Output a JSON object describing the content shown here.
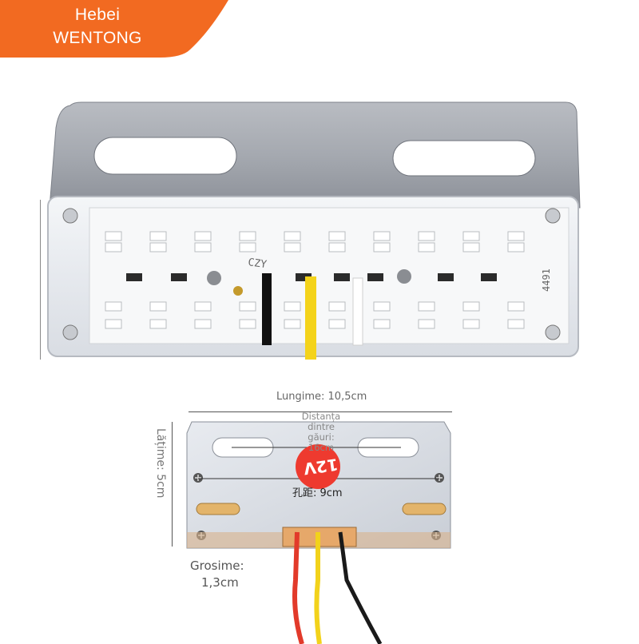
{
  "brand": {
    "line1": "Hebei",
    "line2": "WENTONG",
    "color": "#f26a21"
  },
  "product_photo": {
    "pcb_marking_1": "CZY",
    "pcb_marking_2": "4491",
    "led_count_top_row": 10,
    "led_rows_bottom": 2,
    "wire_colors": [
      "#111111",
      "#f4d31a",
      "#ffffff"
    ]
  },
  "dimensions": {
    "length_label": "Lungime: 10,5cm",
    "width_label": "Lățime: 5cm",
    "hole_distance_label": [
      "Distanța",
      "dintre",
      "găuri:",
      "16cm"
    ],
    "hole_pitch_label": "孔距: 9cm",
    "thickness_label": [
      "Grosime:",
      "1,3cm"
    ],
    "voltage_badge": "12V",
    "voltage_badge_color": "#ee3a2f",
    "wire_colors": [
      "#e23a2a",
      "#f2d21b",
      "#1a1a1a"
    ]
  }
}
